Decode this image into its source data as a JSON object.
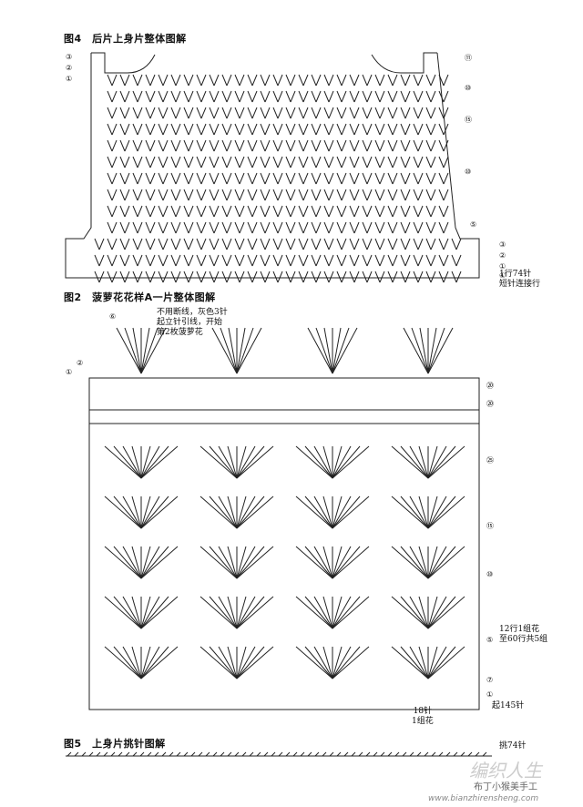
{
  "figures": {
    "fig4": {
      "title": "图4　后片上身片整体图解",
      "note_lines": [
        "1行74针",
        "短针连接行"
      ]
    },
    "fig2": {
      "title": "图2　菠萝花花样A一片整体图解",
      "top_note": [
        "不用断线，灰色3针",
        "起立针引线，开始",
        "第2枚菠萝花"
      ],
      "repeat_note": [
        "12行1组花",
        "至60行共5组"
      ],
      "bottom_stitch_note": "起145针",
      "bottom_repeat_note": [
        "18针",
        "1组花"
      ]
    },
    "fig5": {
      "title": "图5　上身片挑针图解",
      "note": "挑74针"
    }
  },
  "row_markers": {
    "fig4_left": [
      "③",
      "②",
      "①"
    ],
    "fig4_right": [
      "⑪",
      "⑩",
      "⑮",
      "⑩",
      "⑤",
      "③",
      "②",
      "①",
      "①"
    ],
    "fig2_left": [
      "⑥",
      "②",
      "①"
    ],
    "fig2_right": [
      "⑳",
      "⑳",
      "㉕",
      "⑮",
      "⑩",
      "⑤",
      "⑦",
      "①"
    ]
  },
  "watermark": {
    "logo_text": "编织人生",
    "sub_text": "布丁小猴美手工",
    "url": "www.bianzhirensheng.com"
  }
}
